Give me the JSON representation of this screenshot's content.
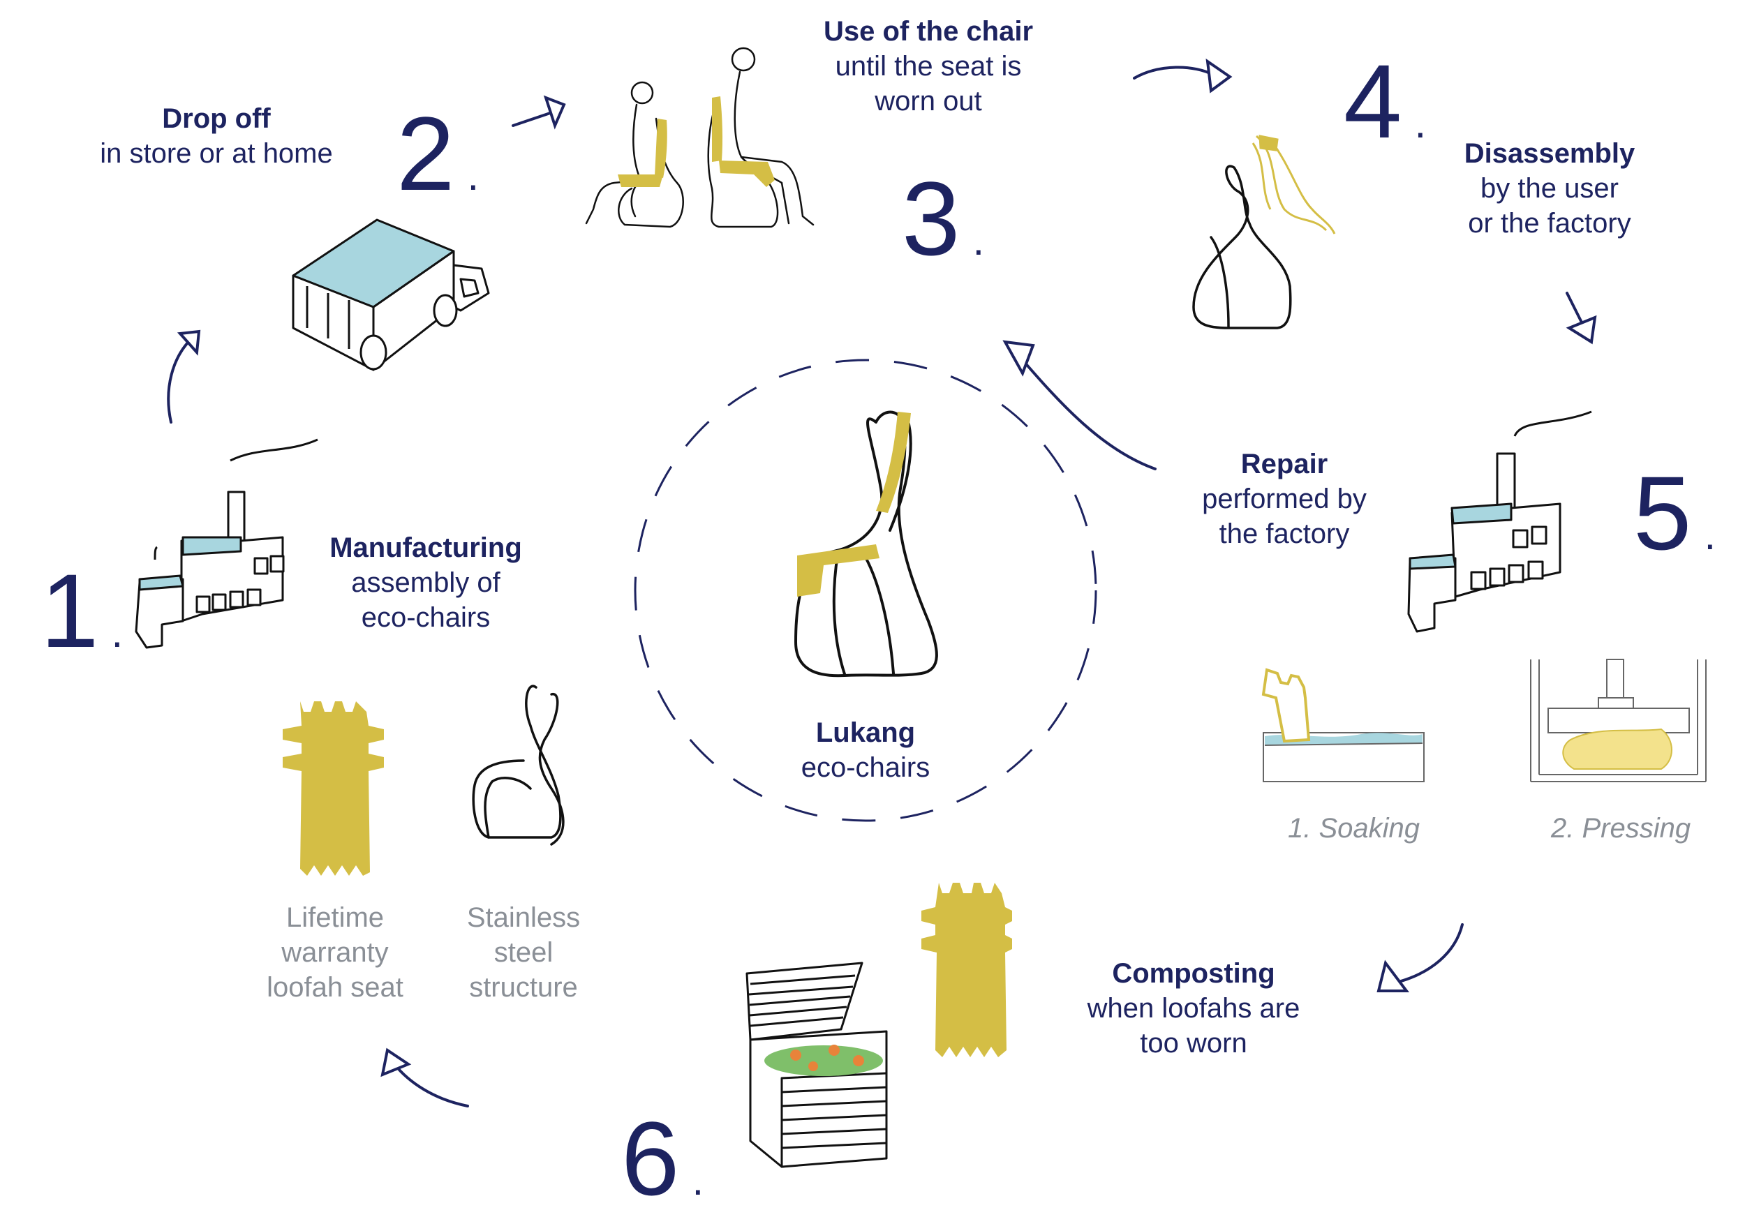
{
  "colors": {
    "navy": "#1d2360",
    "yellow": "#d4be45",
    "lightblue": "#a8d6df",
    "grey": "#8a8f96"
  },
  "steps": {
    "s1": "1",
    "s2": "2",
    "s3": "3",
    "s4": "4",
    "s5": "5",
    "s6": "6",
    "dot": "."
  },
  "labels": {
    "manufacturing": {
      "title": "Manufacturing",
      "line1": "assembly of",
      "line2": "eco-chairs"
    },
    "dropoff": {
      "title": "Drop off",
      "line1": "in store or at home"
    },
    "use": {
      "title": "Use of the chair",
      "line1": "until the seat is",
      "line2": "worn out"
    },
    "disassembly": {
      "title": "Disassembly",
      "line1": "by the user",
      "line2": "or the factory"
    },
    "repair": {
      "title": "Repair",
      "line1": "performed by",
      "line2": "the factory"
    },
    "composting": {
      "title": "Composting",
      "line1": "when loofahs are",
      "line2": "too worn"
    },
    "center": {
      "title": "Lukang",
      "line1": "eco-chairs"
    }
  },
  "parts": {
    "seat": {
      "line1": "Lifetime",
      "line2": "warranty",
      "line3": "loofah seat"
    },
    "frame": {
      "line1": "Stainless",
      "line2": "steel",
      "line3": "structure"
    }
  },
  "process": {
    "soaking": "1. Soaking",
    "pressing": "2. Pressing"
  },
  "icons": [
    "factory-icon",
    "delivery-truck-icon",
    "sitting-person-icon",
    "chair-icon",
    "loofah-seat-icon",
    "steel-frame-icon",
    "compost-bin-icon",
    "soaking-tub-icon",
    "press-icon",
    "arrow-icon"
  ]
}
